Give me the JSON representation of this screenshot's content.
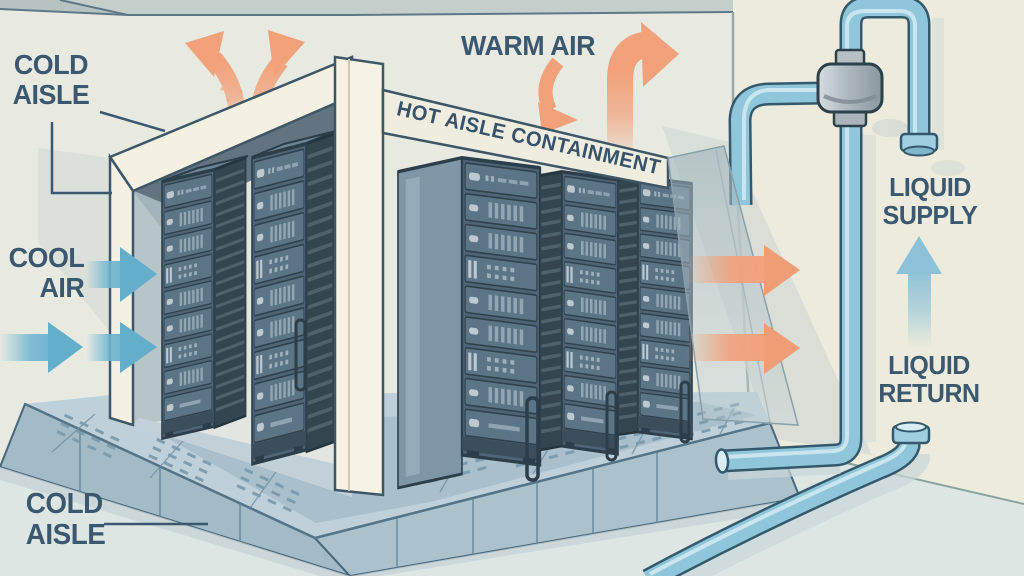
{
  "title": "Data center cooling diagram: hot aisle containment with liquid cooling loop",
  "labels": {
    "cold_aisle_top": {
      "line1": "COLD",
      "line2": "AISLE"
    },
    "warm_air": "WARM AIR",
    "hot_aisle_containment": "HOT AISLE CONTAINMENT",
    "cool_air": {
      "line1": "COOL",
      "line2": "AIR"
    },
    "cold_aisle_bottom": {
      "line1": "COLD",
      "line2": "AISLE"
    },
    "liquid_supply": {
      "line1": "LIQUID",
      "line2": "SUPPLY"
    },
    "liquid_return": {
      "line1": "LIQUID",
      "line2": "RETURN"
    }
  },
  "scene": {
    "server_racks_cold_aisle": 2,
    "server_racks_hot_aisle": 3,
    "icons": [
      "warm-air-up-arrow-icon",
      "warm-air-right-arrow-icon",
      "warm-air-exhaust-arrow-icon",
      "cool-air-arrow-icon",
      "liquid-supply-arrow-icon",
      "coolant-pipe-icon",
      "pipe-valve-icon",
      "perforated-floor-tile-icon"
    ]
  },
  "colors": {
    "label_text": "#3b586e",
    "warm_air_orange": "#f2a17b",
    "cool_air_blue": "#6fb5d0",
    "liquid_arrow_blue": "#8cc2d8",
    "pipe_blue": "#8fc6da",
    "pipe_outline": "#35596c",
    "containment_cream": "#f4f0e2",
    "rack_front": "#4e6577",
    "rack_side_dark": "#33464f",
    "wall_left": "#e8eae2",
    "wall_right": "#edebdd",
    "floor": "#dee6e4",
    "platform_top": "#bed0d9"
  }
}
